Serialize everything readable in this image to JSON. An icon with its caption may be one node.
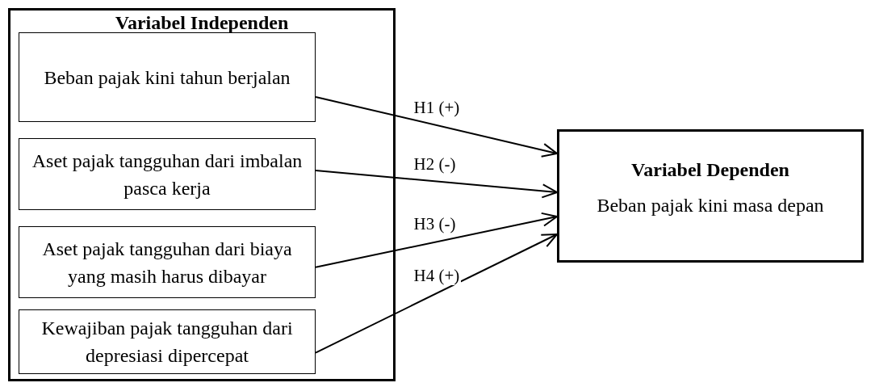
{
  "diagram": {
    "nodes": [
      {
        "text": [
          "Variabel Independen"
        ]
      },
      {
        "text": [
          "Beban pajak kini tahun berjalan"
        ],
        "in": 0
      },
      {
        "text": [
          "Aset pajak tangguhan dari imbalan pasca kerja"
        ],
        "in": 0
      },
      {
        "text": [
          "Aset pajak tangguhan dari biaya yang masih harus dibayar"
        ],
        "in": 0
      },
      {
        "text": [
          "Kewajiban pajak tangguhan dari depresiasi dipercepat"
        ],
        "in": 0
      },
      {
        "text": [
          "Variabel Dependen",
          "Beban pajak kini masa depan"
        ]
      }
    ],
    "edges": [
      {
        "from": 1,
        "to": 5,
        "arrow": "to",
        "label": "H1 (+)"
      },
      {
        "from": 2,
        "to": 5,
        "arrow": "to",
        "label": "H2 (-)"
      },
      {
        "from": 3,
        "to": 5,
        "arrow": "to",
        "label": "H3 (-)"
      },
      {
        "from": 4,
        "to": 5,
        "arrow": "to",
        "label": "H4 (+)"
      }
    ]
  }
}
